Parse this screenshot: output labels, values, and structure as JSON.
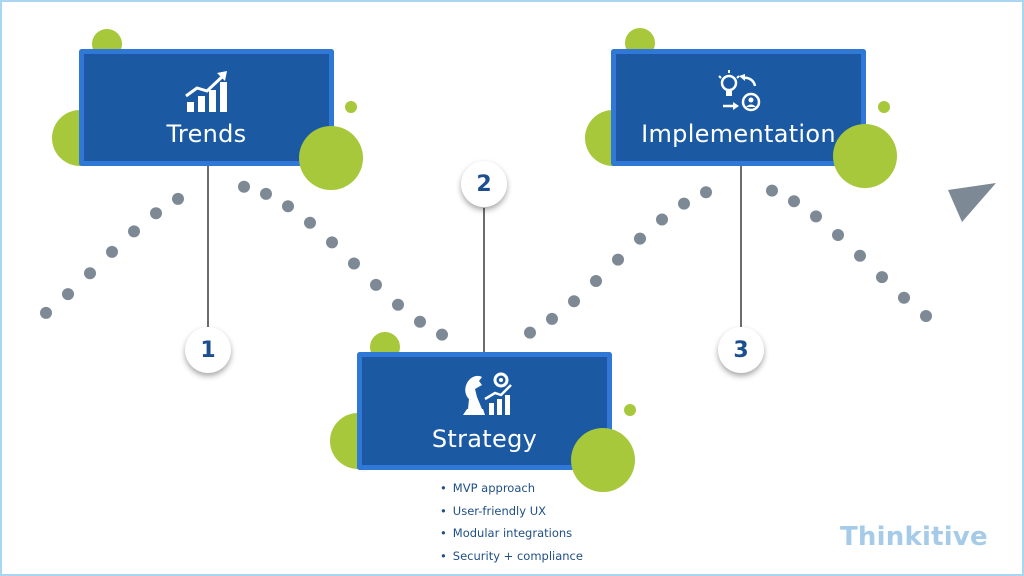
{
  "steps": [
    {
      "number": "1",
      "label": "Trends",
      "icon": "trending-bar-chart-icon"
    },
    {
      "number": "2",
      "label": "Strategy",
      "icon": "chess-knight-gear-chart-icon"
    },
    {
      "number": "3",
      "label": "Implementation",
      "icon": "lightbulb-process-icon"
    }
  ],
  "strategy_bullets": [
    "MVP approach",
    "User-friendly UX",
    "Modular integrations",
    "Security + compliance"
  ],
  "brand": {
    "name": "Thinkitive"
  },
  "colors": {
    "card_fill": "#1b5aa3",
    "card_border": "#2f78d6",
    "accent_green": "#a6c83a",
    "dots_gray": "#7d8a95",
    "number_blue": "#1d4f8e",
    "brand_blue": "#a5cbe8"
  }
}
